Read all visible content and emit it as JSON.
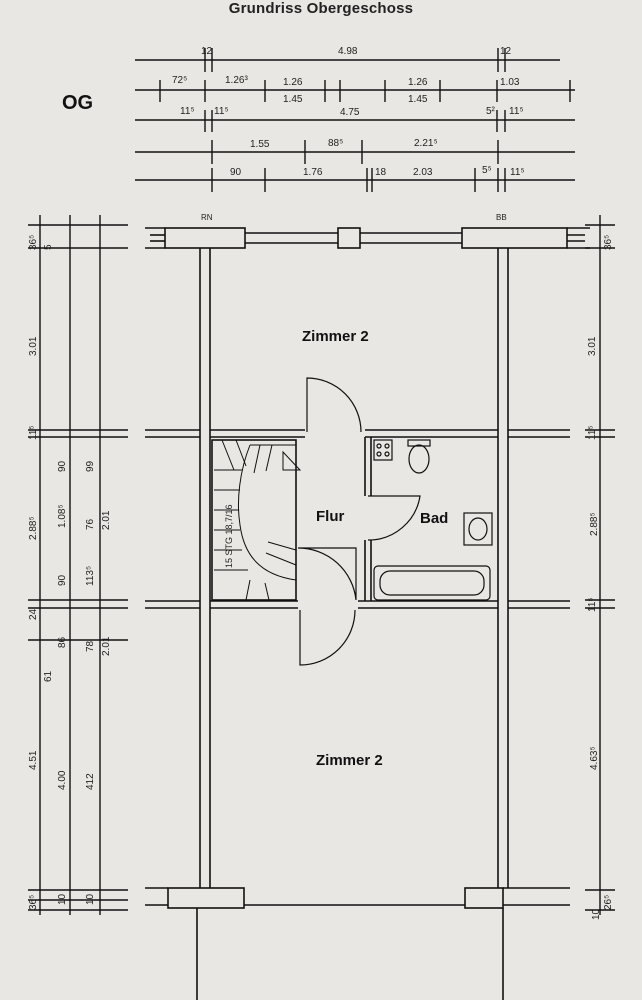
{
  "title": "Grundriss Obergeschoss",
  "floor_label": "OG",
  "rooms": {
    "zimmer_top": "Zimmer 2",
    "zimmer_bottom": "Zimmer 2",
    "flur": "Flur",
    "bad": "Bad"
  },
  "stair_label": "15 STG 18,7/16",
  "top_dims": {
    "row1": {
      "a": "12",
      "b": "4.98",
      "c": "12"
    },
    "row2": {
      "a": "72⁵",
      "b": "1.26³",
      "c": "1.26",
      "d": "1.45",
      "e": "1.26",
      "f": "1.45",
      "g": "1.03"
    },
    "row3": {
      "a": "11⁵",
      "b": "11⁵",
      "c": "4.75",
      "d": "5²",
      "e": "11⁵"
    },
    "row4": {
      "a": "1.55",
      "b": "88⁵",
      "c": "2.21⁵"
    },
    "row5": {
      "a": "90",
      "b": "1.76",
      "c": "18",
      "d": "2.03",
      "e": "5⁵",
      "f": "11⁵"
    }
  },
  "left_dims": {
    "c1": [
      "36⁵",
      "3.01",
      "11⁵",
      "2.88⁵",
      "24",
      "4.51",
      "36⁵"
    ],
    "c2": [
      "90",
      "1.08⁵",
      "90",
      "86",
      "4.00",
      "10"
    ],
    "c3": [
      "99",
      "76",
      "113⁵",
      "78",
      "412",
      "10"
    ],
    "c4": [
      "2.01",
      "2.01"
    ],
    "small": [
      "5",
      "61"
    ]
  },
  "right_dims": [
    "36⁵",
    "3.01",
    "11⁵",
    "2.88⁵",
    "11⁵",
    "4.63⁵",
    "26⁵",
    "10"
  ],
  "wall_labels": {
    "left": "RN",
    "right": "BB"
  }
}
